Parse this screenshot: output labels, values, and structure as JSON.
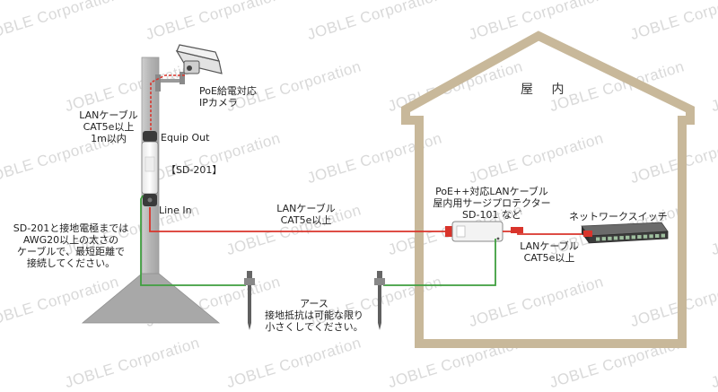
{
  "watermark": "JOBLE Corporation",
  "room_label": "屋 内",
  "camera_label": [
    "PoE給電対応",
    "IPカメラ"
  ],
  "lan_cable_top": [
    "LANケーブル",
    "CAT5e以上",
    "1m以内"
  ],
  "equip_out": "Equip Out",
  "sd201_label": "【SD-201】",
  "line_in": "Line In",
  "lan_cable_mid": [
    "LANケーブル",
    "CAT5e以上"
  ],
  "ground_note": [
    "SD-201と接地電極までは",
    "AWG20以上の太さの",
    "ケーブルで、最短距離で",
    "接続してください。"
  ],
  "protector_label": [
    "PoE++対応LANケーブル",
    "屋内用サージプロテクター",
    "SD-101 など"
  ],
  "switch_label": "ネットワークスイッチ",
  "lan_cable_right": [
    "LANケーブル",
    "CAT5e以上"
  ],
  "earth_note": [
    "アース",
    "接地抵抗は可能な限り",
    "小さくしてください。"
  ],
  "colors": {
    "lan_cable": "#d9342b",
    "ground_wire": "#3f9f3f",
    "house_outline": "#c8b89a",
    "pole": "#b9b9b9",
    "watermark": "#d9d9d9"
  },
  "icons": [
    "ip-camera-icon",
    "surge-protector-sd201-icon",
    "surge-protector-sd101-icon",
    "network-switch-icon",
    "ground-rod-icon"
  ]
}
